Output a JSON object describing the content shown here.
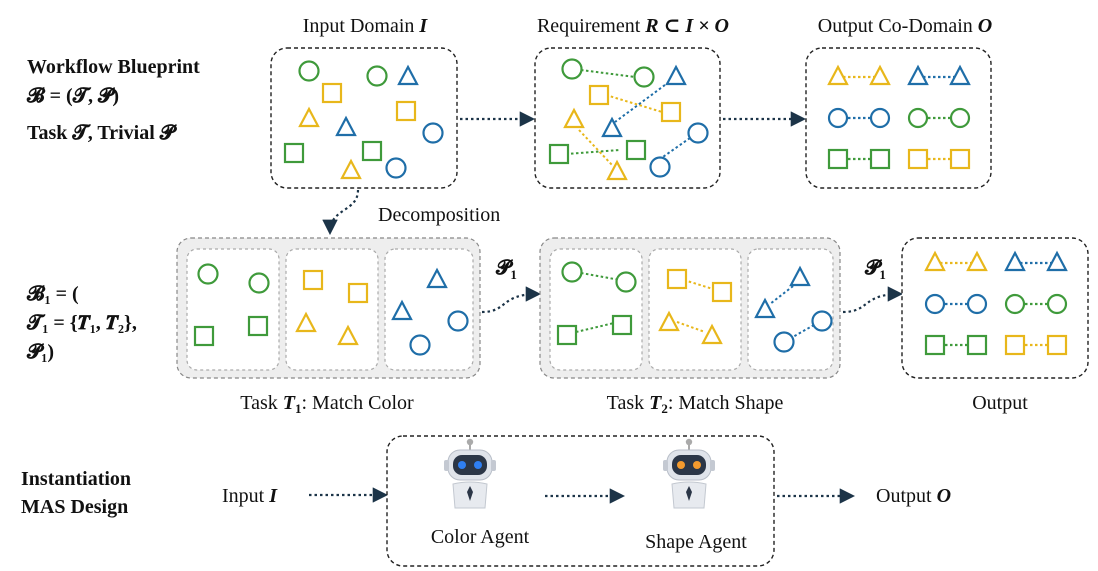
{
  "colors": {
    "green": "#3f9a3b",
    "yellow": "#e8b71b",
    "blue": "#1f6ea8",
    "arrow": "#1c3448",
    "panel_fill": "#eeeeee",
    "border": "#222222"
  },
  "labels": {
    "input_domain": "Input Domain ",
    "input_domain_sym": "I",
    "requirement": "Requirement ",
    "requirement_sym": "R ⊂ I × O",
    "output_codomain": "Output Co-Domain ",
    "output_codomain_sym": "O",
    "decomposition": "Decomposition",
    "task1_prefix": "Task ",
    "task1_sym": "T",
    "task1_sub": "1",
    "task1_suffix": ": Match Color",
    "task2_prefix": "Task ",
    "task2_sym": "T",
    "task2_sub": "2",
    "task2_suffix": ": Match Shape",
    "output": "Output",
    "p1_label": "𝓟",
    "p1_sub": "1"
  },
  "left": {
    "blueprint_title": "Workflow Blueprint",
    "blueprint_eq": "𝓑 = (𝓣, 𝓟)",
    "task_trivial": "Task 𝓣, Trivial 𝓟",
    "b1_line1": "𝓑₁ = (",
    "b1_line2": "𝓣₁ = {𝑻₁, 𝑻₂},",
    "b1_line3": "𝓟₁)",
    "instantiation": "Instantiation",
    "mas_design": "MAS Design"
  },
  "mas": {
    "input_label": "Input ",
    "input_sym": "I",
    "color_agent": "Color Agent",
    "shape_agent": "Shape Agent",
    "output_label": "Output ",
    "output_sym": "O"
  }
}
